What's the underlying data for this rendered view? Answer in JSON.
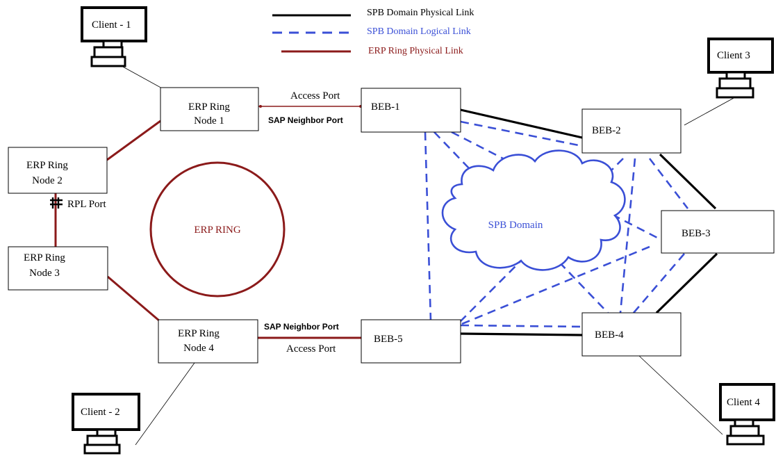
{
  "legend": {
    "physical_link": "SPB Domain Physical Link",
    "logical_link": "SPB Domain Logical Link",
    "erp_link": "ERP Ring Physical Link"
  },
  "colors": {
    "physical": "#000000",
    "logical": "#3a4fd6",
    "erp": "#8b1a1a",
    "cloud": "#3a4fd6"
  },
  "clients": {
    "c1": "Client - 1",
    "c2": "Client - 2",
    "c3": "Client 3",
    "c4": "Client 4"
  },
  "erp_nodes": {
    "n1_line1": "ERP Ring",
    "n1_line2": "Node 1",
    "n2_line1": "ERP Ring",
    "n2_line2": "Node 2",
    "n3_line1": "ERP Ring",
    "n3_line2": "Node 3",
    "n4_line1": "ERP Ring",
    "n4_line2": "Node 4"
  },
  "bebs": {
    "b1": "BEB-1",
    "b2": "BEB-2",
    "b3": "BEB-3",
    "b4": "BEB-4",
    "b5": "BEB-5"
  },
  "labels": {
    "access_port_top": "Access Port",
    "sap_neighbor_top": "SAP Neighbor Port",
    "sap_neighbor_bottom": "SAP Neighbor Port",
    "access_port_bottom": "Access Port",
    "rpl_port": "RPL Port",
    "erp_ring": "ERP RING",
    "spb_domain": "SPB Domain"
  }
}
